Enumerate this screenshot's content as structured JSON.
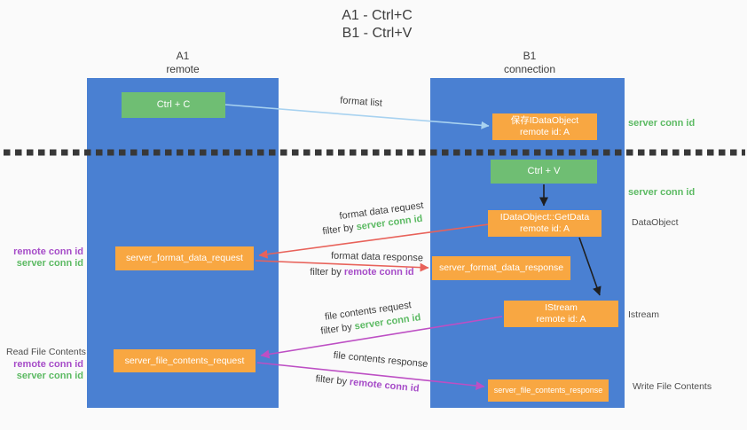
{
  "title": {
    "line1": "A1 - Ctrl+C",
    "line2": "B1 - Ctrl+V"
  },
  "columns": {
    "left": {
      "title": "A1",
      "subtitle": "remote"
    },
    "right": {
      "title": "B1",
      "subtitle": "connection"
    }
  },
  "nodes": {
    "ctrl_c": {
      "label": "Ctrl + C"
    },
    "save_idataobject": {
      "line1": "保存IDataObject",
      "line2": "remote id: A"
    },
    "ctrl_v": {
      "label": "Ctrl + V"
    },
    "getdata": {
      "line1": "IDataObject::GetData",
      "line2": "remote id: A"
    },
    "format_request": {
      "label": "server_format_data_request"
    },
    "format_response": {
      "label": "server_format_data_response"
    },
    "istream": {
      "line1": "IStream",
      "line2": "remote id: A"
    },
    "file_request": {
      "label": "server_file_contents_request"
    },
    "file_response": {
      "label": "server_file_contents_response"
    }
  },
  "side_labels": {
    "server_conn_id_top": "server conn id",
    "server_conn_id_mid": "server conn id",
    "dataobject": "DataObject",
    "istream": "Istream",
    "write_file_contents": "Write File Contents",
    "read_file_contents": "Read File Contents",
    "mid_left": {
      "remote_conn_id": "remote conn id",
      "server_conn_id": "server conn id"
    },
    "bottom_left": {
      "remote_conn_id": "remote conn id",
      "server_conn_id": "server conn id"
    }
  },
  "arrow_labels": {
    "format_list": "format list",
    "format_data_request": {
      "text": "format data request",
      "filter_prefix": "filter by",
      "filter_id": "server conn id"
    },
    "format_data_response": {
      "text": "format data response",
      "filter_prefix": "filter by",
      "filter_id": "remote conn id"
    },
    "file_contents_request": {
      "text": "file contents request",
      "filter_prefix": "filter by",
      "filter_id": "server conn id"
    },
    "file_contents_response": {
      "text": "file contents response",
      "filter_prefix": "filter by",
      "filter_id": "remote conn id"
    }
  },
  "colors": {
    "column_blue": "#4a80d2",
    "node_green": "#6fbe73",
    "node_orange": "#f8a742",
    "arrow_light_blue": "#a8d2f0",
    "arrow_red": "#e8625a",
    "arrow_magenta": "#bd4fc4",
    "arrow_black": "#1f1f1f",
    "dotted_line": "#383838",
    "text_green": "#5cba63",
    "text_purple": "#a64cc8",
    "text_grey": "#4d4d4d",
    "background": "#fafafa"
  }
}
